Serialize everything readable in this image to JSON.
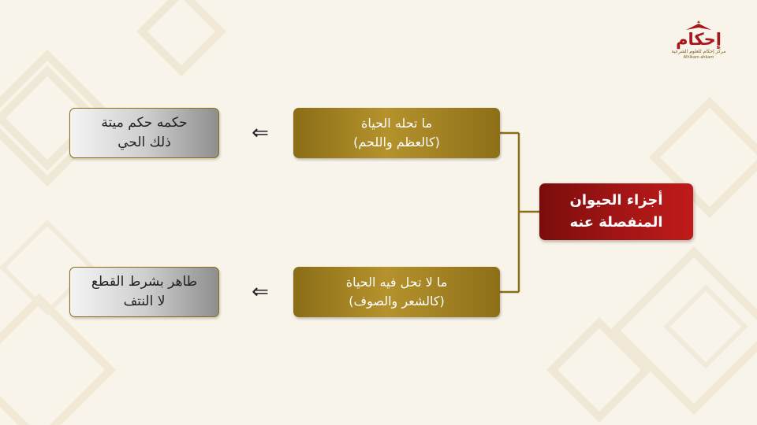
{
  "logo": {
    "name": "إحكام",
    "subtitle": "مركز إحكام للعلوم الشرعية",
    "latin": "Alhikam ahkam"
  },
  "diagram": {
    "root": {
      "line1": "أجزاء الحيوان",
      "line2": "المنفصلة عنه"
    },
    "branches": [
      {
        "category_line1": "ما تحله الحياة",
        "category_line2": "(كالعظم واللحم)",
        "arrow": "⇐",
        "ruling_line1": "حكمه حكم ميتة",
        "ruling_line2": "ذلك الحي"
      },
      {
        "category_line1": "ما لا تحل فيه الحياة",
        "category_line2": "(كالشعر والصوف)",
        "arrow": "⇐",
        "ruling_line1": "طاهر بشرط القطع",
        "ruling_line2": "لا النتف"
      }
    ]
  },
  "colors": {
    "gold": "#a08020",
    "dark_red": "#a11515",
    "connector": "#8a6d16",
    "background": "#f8f4ea"
  }
}
